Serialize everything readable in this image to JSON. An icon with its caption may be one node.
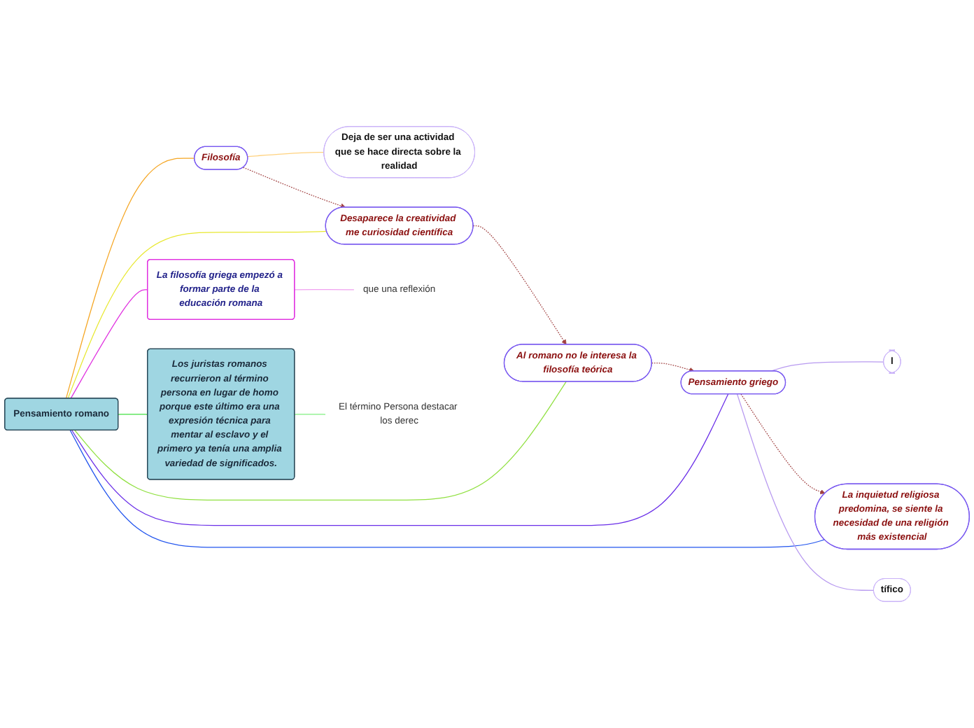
{
  "diagram": {
    "nodes": [
      {
        "text": [
          "Pensamiento romano"
        ]
      },
      {
        "text": [
          "La inquietud religiosa predomina, se siente la necesidad de una religión más existencial"
        ]
      },
      {
        "text": [
          "Filosofía"
        ]
      },
      {
        "text": [
          "Deja de ser una actividad que se hace directa sobre la realidad"
        ]
      },
      {
        "text": [
          "Desaparece la creatividad me curiosidad científica"
        ]
      },
      {
        "text": [
          "Pensamiento griego"
        ]
      },
      {
        "text": [
          "l"
        ]
      },
      {
        "text": [
          "tífico"
        ]
      },
      {
        "text": [
          "Al romano no le interesa la filosofía teórica"
        ]
      },
      {
        "text": [
          "La filosofía griega empezó a formar parte de la educación romana"
        ]
      },
      {
        "text": [
          "que una reflexión"
        ]
      },
      {
        "text": [
          "Los juristas romanos recurrieron al término persona en lugar de homo porque este último era una expresión técnica para mentar al esclavo y el primero ya tenía una amplia variedad de significados."
        ]
      },
      {
        "text": [
          "El término Persona destacar los derec"
        ]
      }
    ],
    "edges": [
      {
        "from": 0,
        "to": 1,
        "arrow": "none",
        "color": "#2255ee"
      },
      {
        "from": 0,
        "to": 2,
        "arrow": "none",
        "color": "#f5a623"
      },
      {
        "from": 2,
        "to": 3,
        "arrow": "none",
        "color": "#ffd27f"
      },
      {
        "from": 0,
        "to": 4,
        "arrow": "none",
        "color": "#e8e830"
      },
      {
        "from": 0,
        "to": 5,
        "arrow": "none",
        "color": "#6a2ee8"
      },
      {
        "from": 5,
        "to": 6,
        "arrow": "none",
        "color": "#b89af0"
      },
      {
        "from": 5,
        "to": 7,
        "arrow": "none",
        "color": "#b89af0"
      },
      {
        "from": 0,
        "to": 8,
        "arrow": "none",
        "color": "#90e040"
      },
      {
        "from": 0,
        "to": 9,
        "arrow": "none",
        "color": "#e030e0"
      },
      {
        "from": 9,
        "to": 10,
        "arrow": "none",
        "color": "#f0a0f0"
      },
      {
        "from": 0,
        "to": 11,
        "arrow": "none",
        "color": "#40e040"
      },
      {
        "from": 11,
        "to": 12,
        "arrow": "none",
        "color": "#80f080"
      },
      {
        "from": 5,
        "to": 1,
        "arrow": "to",
        "style": "dashed",
        "color": "#a04040"
      },
      {
        "from": 2,
        "to": 4,
        "arrow": "to",
        "style": "dashed",
        "color": "#a04040"
      },
      {
        "from": 4,
        "to": 8,
        "arrow": "to",
        "style": "dashed",
        "color": "#a04040"
      },
      {
        "from": 8,
        "to": 5,
        "arrow": "to",
        "style": "dashed",
        "color": "#a04040"
      }
    ]
  }
}
